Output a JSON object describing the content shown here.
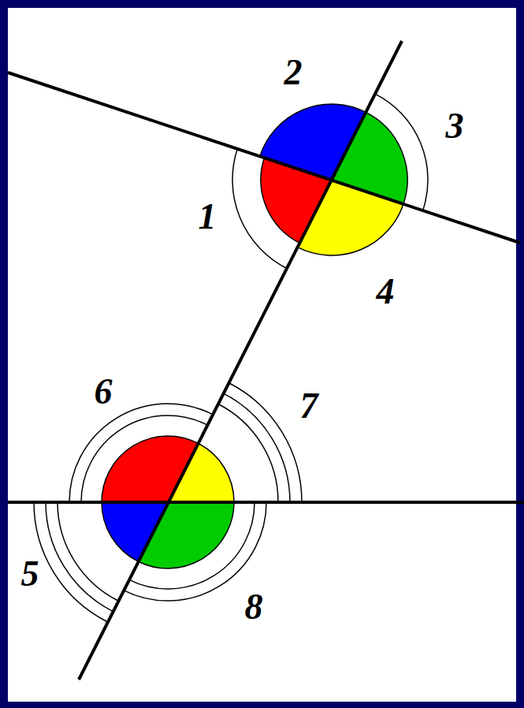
{
  "diagram": {
    "labels": [
      "2",
      "3",
      "1",
      "4",
      "6",
      "7",
      "5",
      "8"
    ]
  }
}
